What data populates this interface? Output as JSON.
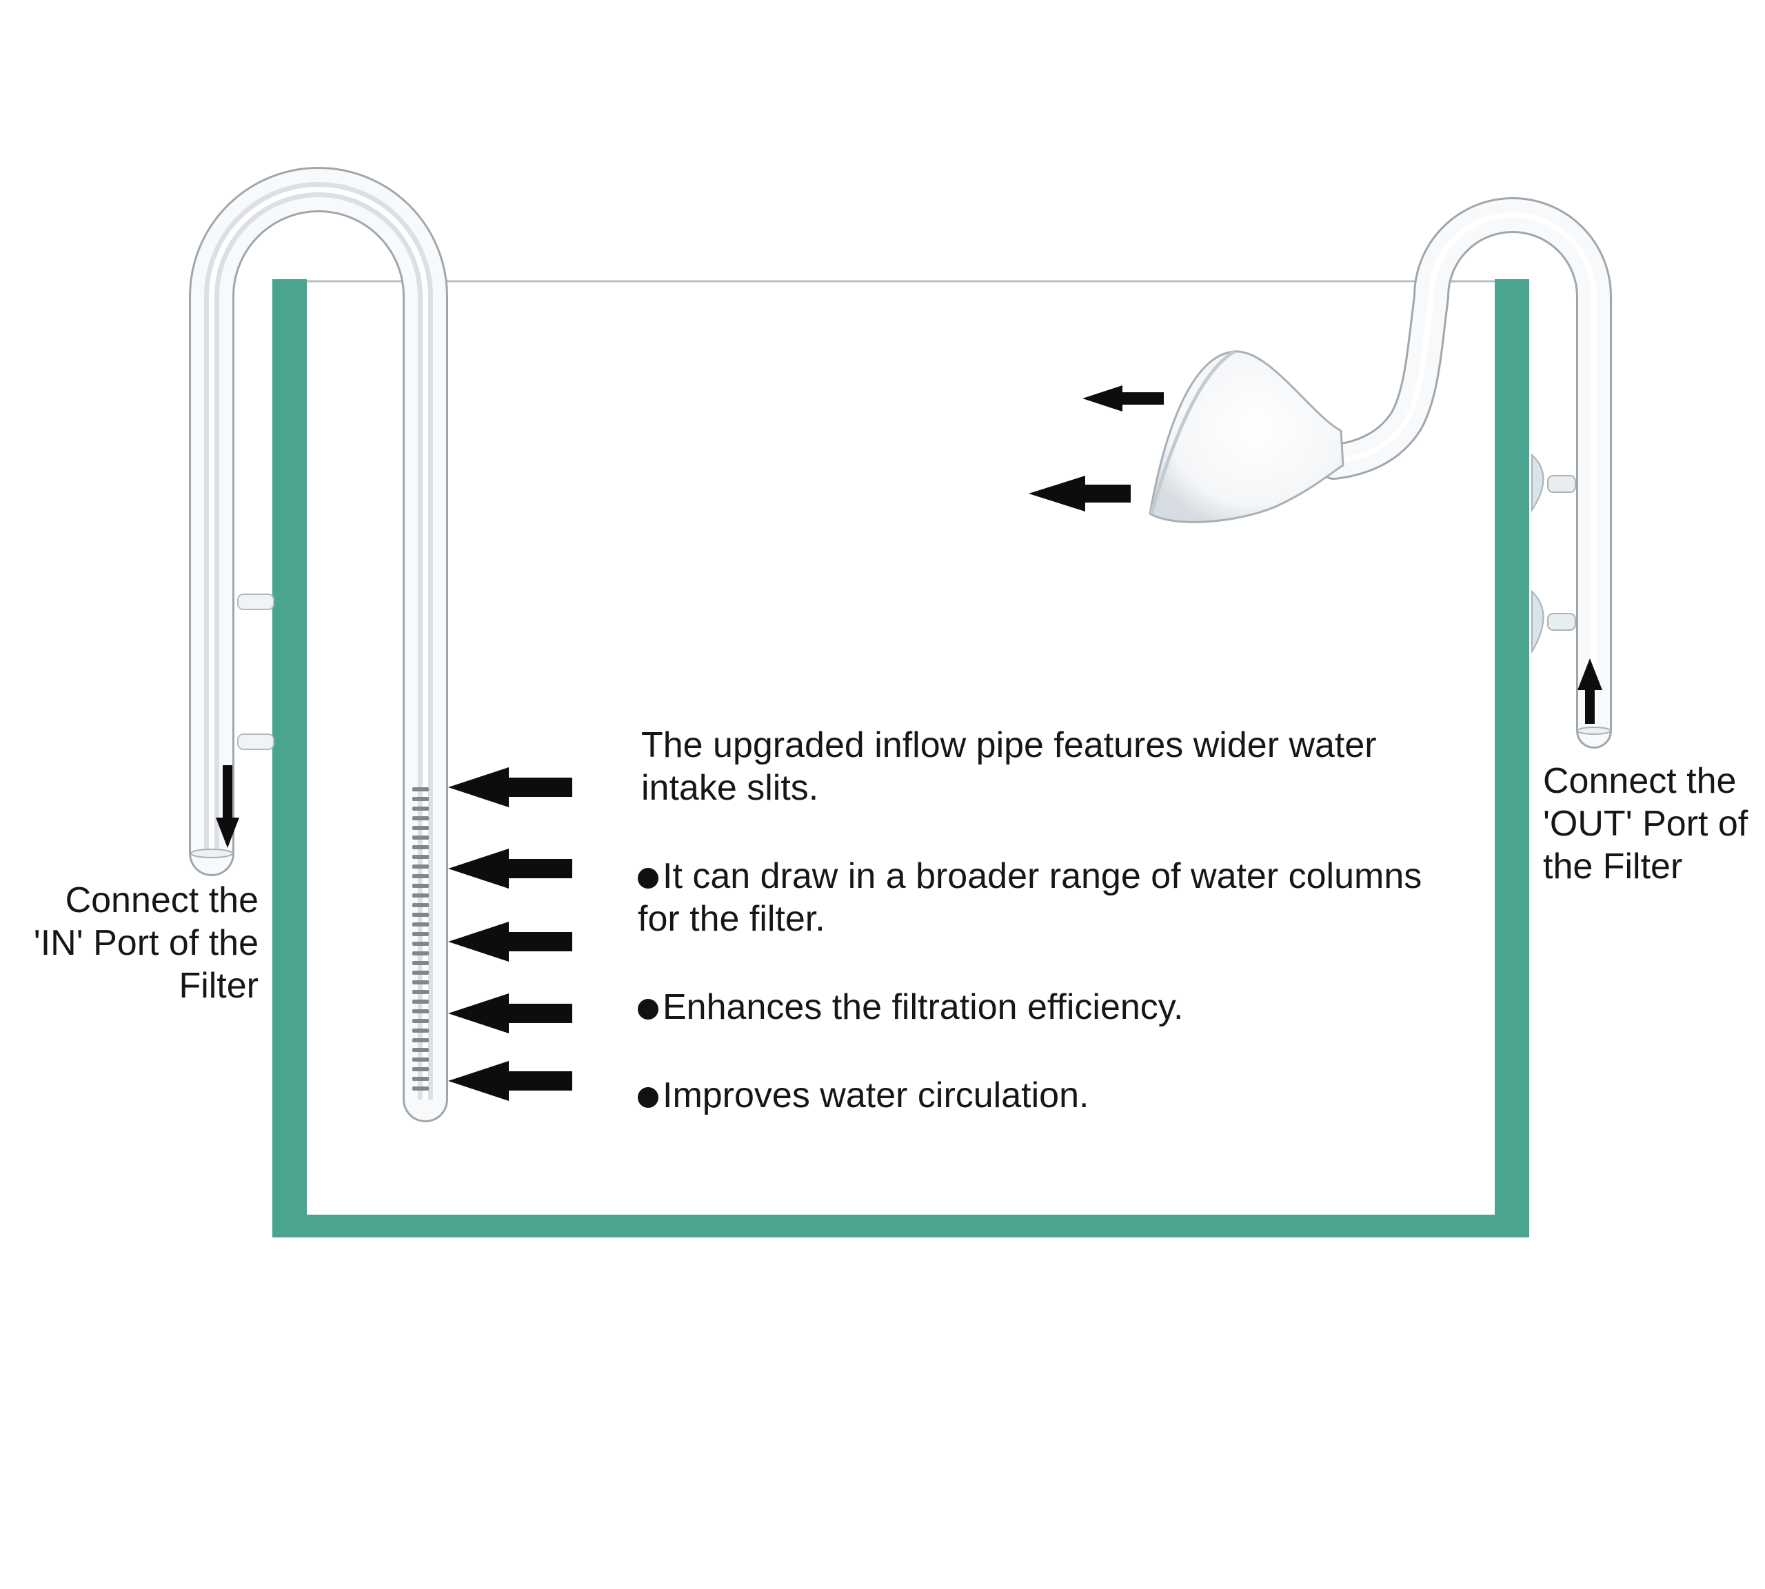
{
  "labels": {
    "in_port": "Connect the 'IN' Port of the Filter",
    "out_port": "Connect the 'OUT' Port of the Filter"
  },
  "description": {
    "intro": "The upgraded inflow pipe features wider water intake slits.",
    "bullets": [
      "It can draw in a broader range of water columns for the filter.",
      "Enhances the filtration efficiency.",
      "Improves water circulation."
    ]
  },
  "colors": {
    "tank_wall": "#4aa48f",
    "arrow": "#0d0d0d",
    "glass_stroke": "#a9b0b6",
    "water_line": "#b9bec2"
  }
}
